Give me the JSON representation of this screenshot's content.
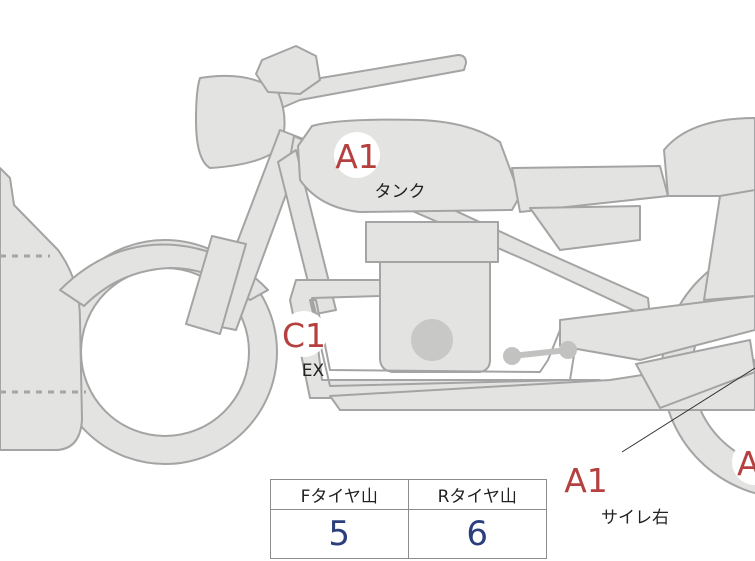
{
  "diagram": {
    "markers": [
      {
        "code": "A1",
        "label": "タンク"
      },
      {
        "code": "C1",
        "label": "EX"
      },
      {
        "code": "A1",
        "label": "サイレ右"
      },
      {
        "code": "A"
      }
    ]
  },
  "tire_table": {
    "headers": [
      "Fタイヤ山",
      "Rタイヤ山"
    ],
    "values": [
      "5",
      "6"
    ]
  },
  "colors": {
    "body_fill": "#e3e3e1",
    "outline": "#a4a4a4",
    "marker_text": "#b4413f",
    "value_text": "#2c3f7d"
  }
}
